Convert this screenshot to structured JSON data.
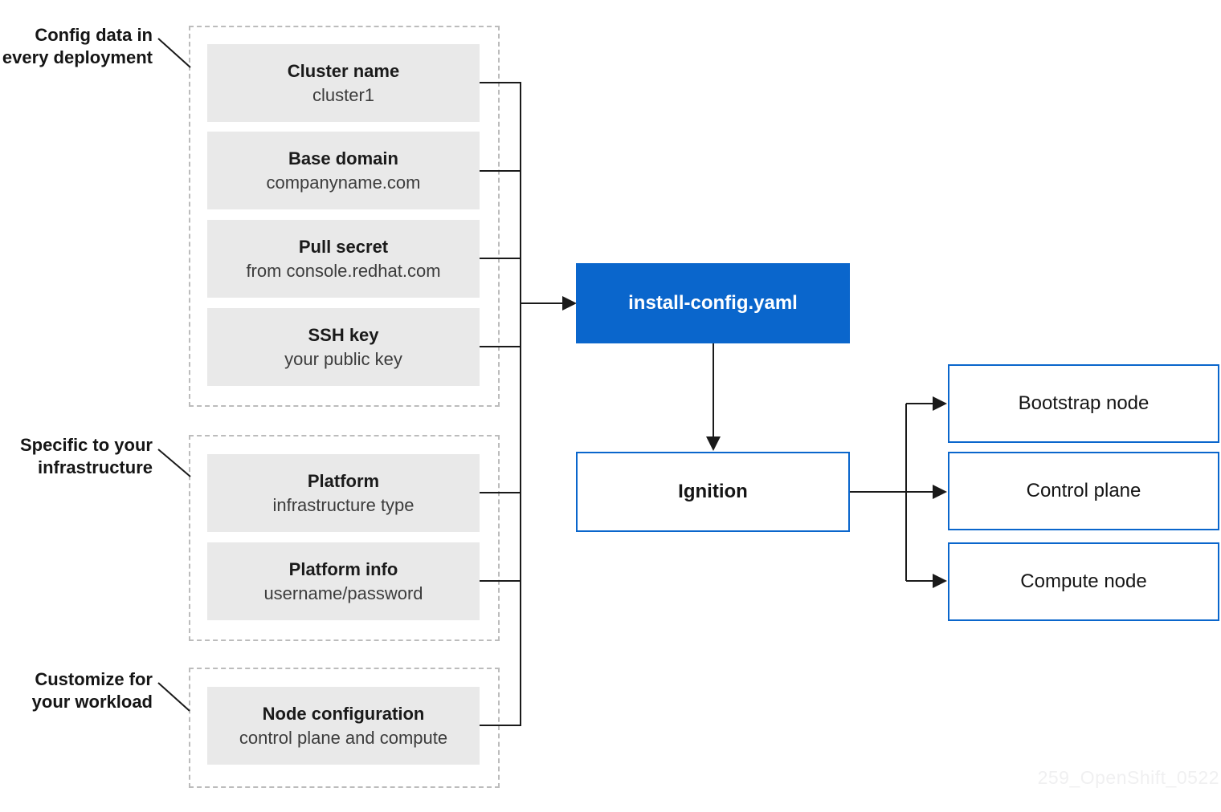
{
  "diagram": {
    "annotations": [
      {
        "label": "Config data in\nevery deployment"
      },
      {
        "label": "Specific to your\ninfrastructure"
      },
      {
        "label": "Customize for\nyour workload"
      }
    ],
    "groups": [
      {
        "items": [
          {
            "title": "Cluster name",
            "subtitle": "cluster1"
          },
          {
            "title": "Base domain",
            "subtitle": "companyname.com"
          },
          {
            "title": "Pull secret",
            "subtitle": "from console.redhat.com"
          },
          {
            "title": "SSH key",
            "subtitle": "your public key"
          }
        ]
      },
      {
        "items": [
          {
            "title": "Platform",
            "subtitle": "infrastructure type"
          },
          {
            "title": "Platform info",
            "subtitle": "username/password"
          }
        ]
      },
      {
        "items": [
          {
            "title": "Node configuration",
            "subtitle": "control plane and compute"
          }
        ]
      }
    ],
    "install_config_label": "install-config.yaml",
    "ignition_label": "Ignition",
    "outputs": [
      {
        "label": "Bootstrap node"
      },
      {
        "label": "Control plane"
      },
      {
        "label": "Compute node"
      }
    ],
    "watermark": "259_OpenShift_0522",
    "colors": {
      "accent_blue": "#0a66cc",
      "box_gray": "#e9e9e9",
      "line_black": "#1a1a1a",
      "dashed_border": "#bcbcbc",
      "watermark_gray": "#f0f0f1"
    }
  }
}
